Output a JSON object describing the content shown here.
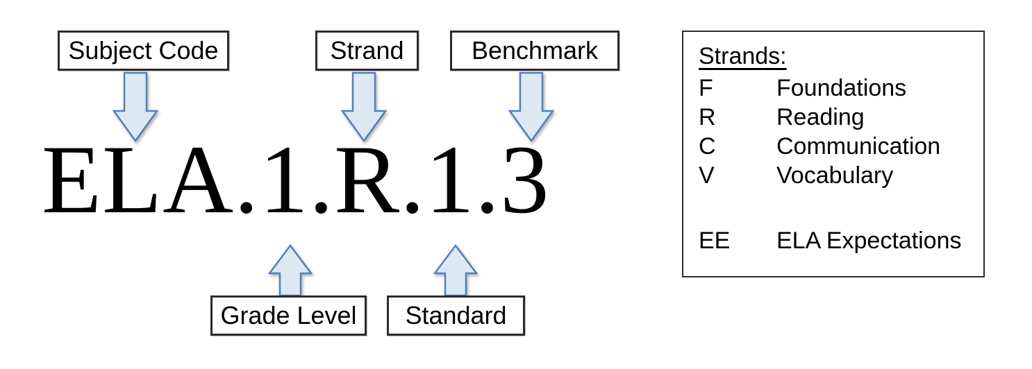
{
  "code": {
    "text": "ELA.1.R.1.3"
  },
  "labels": {
    "subject_code": "Subject Code",
    "strand": "Strand",
    "benchmark": "Benchmark",
    "grade_level": "Grade Level",
    "standard": "Standard"
  },
  "legend": {
    "title": "Strands:",
    "entries": [
      {
        "abbr": "F",
        "name": "Foundations"
      },
      {
        "abbr": "R",
        "name": "Reading"
      },
      {
        "abbr": "C",
        "name": "Communication"
      },
      {
        "abbr": "V",
        "name": "Vocabulary"
      },
      {
        "abbr": "EE",
        "name": "ELA Expectations"
      }
    ]
  },
  "colors": {
    "background": "#ffffff",
    "text": "#000000",
    "box_border": "#2b2b2b",
    "arrow_fill": "#dce9f3",
    "arrow_stroke": "#4f81bd"
  }
}
